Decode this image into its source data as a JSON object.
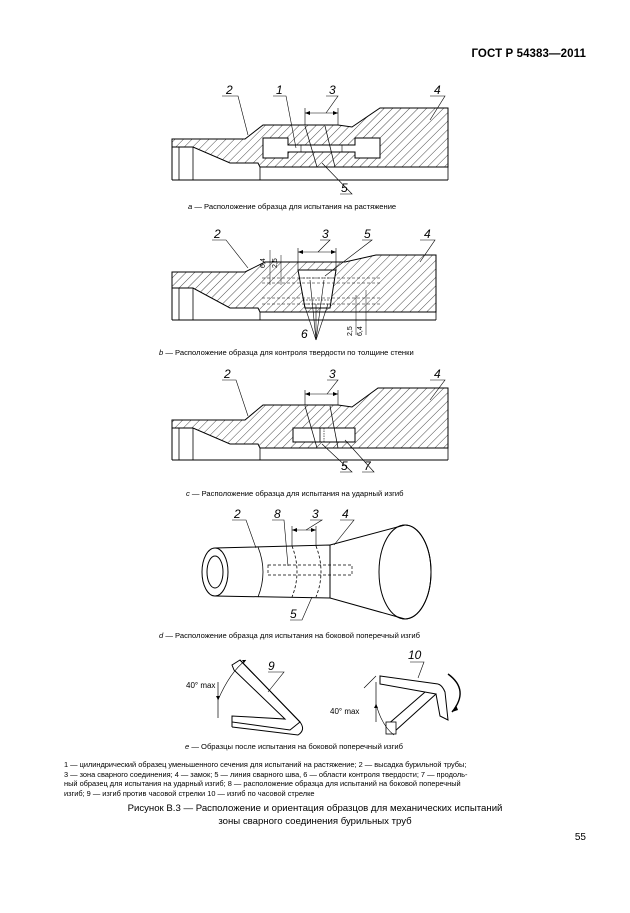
{
  "header": {
    "standard": "ГОСТ Р 54383—2011"
  },
  "figures": {
    "a": {
      "labels": [
        "2",
        "1",
        "3",
        "4",
        "5"
      ],
      "caption_letter": "a",
      "caption_text": " — Расположение образца для испытания на растяжение"
    },
    "b": {
      "labels": [
        "2",
        "3",
        "5",
        "4",
        "6"
      ],
      "dims": [
        "6,4",
        "2,5",
        "2,5",
        "6,4"
      ],
      "caption_letter": "b",
      "caption_text": " — Расположение образца для контроля твердости по толщине стенки"
    },
    "c": {
      "labels": [
        "2",
        "3",
        "4",
        "5",
        "7"
      ],
      "caption_letter": "c",
      "caption_text": " — Расположение образца для испытания на ударный изгиб"
    },
    "d": {
      "labels": [
        "2",
        "8",
        "3",
        "4",
        "5"
      ],
      "caption_letter": "d",
      "caption_text": " — Расположение образца для испытания на боковой поперечный изгиб"
    },
    "e": {
      "labels": [
        "9",
        "10"
      ],
      "angles": [
        "40° max",
        "40° max"
      ],
      "caption_letter": "e",
      "caption_text": " — Образцы после испытания на боковой поперечный изгиб"
    }
  },
  "legend": {
    "line1": "1 — цилиндрический образец уменьшенного сечения для испытаний на растяжение; 2 — высадка бурильной трубы;",
    "line2": "3 — зона сварного соединения; 4 — замок; 5 — линия сварного шва, 6 — области контроля твердости; 7 — продоль-",
    "line3": "ный образец для испытания на ударный изгиб; 8 — расположение образца для испытаний на боковой поперечный",
    "line4": "изгиб; 9 — изгиб против часовой стрелки 10 — изгиб по часовой стрелке"
  },
  "figure_title": {
    "line1": "Рисунок В.3 — Расположение и ориентация образцов для механических испытаний",
    "line2": "зоны сварного соединения бурильных труб"
  },
  "page_number": "55"
}
